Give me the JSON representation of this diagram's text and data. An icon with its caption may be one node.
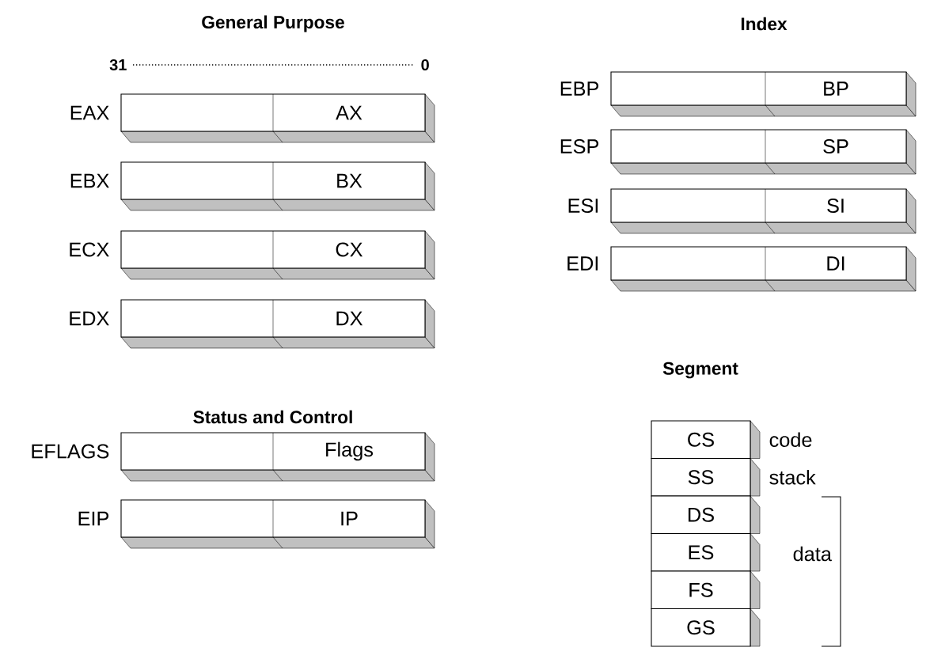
{
  "diagram": {
    "nodes": [
      {
        "text": [
          "AX"
        ],
        "beside": [
          "EAX"
        ]
      },
      {
        "text": [
          "BX"
        ],
        "beside": [
          "EBX"
        ]
      },
      {
        "text": [
          "CX"
        ],
        "beside": [
          "ECX"
        ]
      },
      {
        "text": [
          "DX"
        ],
        "beside": [
          "EDX"
        ]
      },
      {
        "text": [
          "Flags"
        ],
        "beside": [
          "EFLAGS"
        ]
      },
      {
        "text": [
          "IP"
        ],
        "beside": [
          "EIP"
        ]
      },
      {
        "text": [
          "BP"
        ],
        "beside": [
          "EBP"
        ]
      },
      {
        "text": [
          "SP"
        ],
        "beside": [
          "ESP"
        ]
      },
      {
        "text": [
          "SI"
        ],
        "beside": [
          "ESI"
        ]
      },
      {
        "text": [
          "DI"
        ],
        "beside": [
          "EDI"
        ]
      },
      {
        "text": [
          "CS"
        ],
        "beside": [
          "code"
        ]
      },
      {
        "text": [
          "SS"
        ],
        "beside": [
          "stack"
        ]
      },
      {
        "text": [
          "DS"
        ]
      },
      {
        "text": [
          "ES"
        ]
      },
      {
        "text": [
          "FS"
        ]
      },
      {
        "text": [
          "GS"
        ]
      }
    ],
    "labels": [
      "General Purpose",
      "Index",
      "31",
      "0",
      "Segment",
      "Status and Control",
      "data"
    ]
  }
}
